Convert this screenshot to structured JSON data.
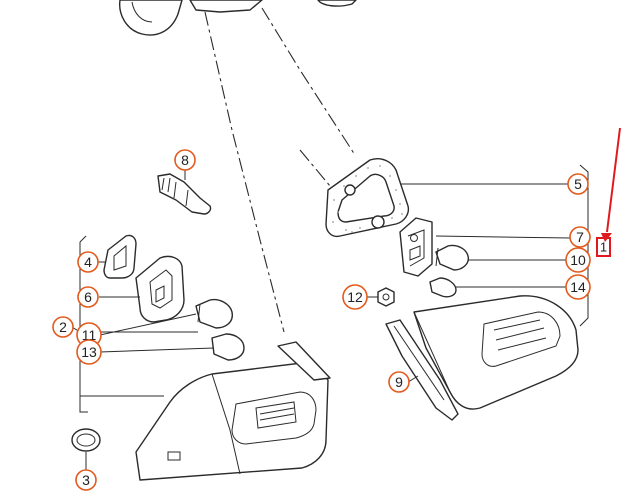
{
  "callouts": [
    {
      "id": "c1",
      "label": "8"
    },
    {
      "id": "c2",
      "label": "5"
    },
    {
      "id": "c3",
      "label": "7"
    },
    {
      "id": "c4",
      "label": "10"
    },
    {
      "id": "c5",
      "label": "14"
    },
    {
      "id": "c6",
      "label": "4"
    },
    {
      "id": "c7",
      "label": "6"
    },
    {
      "id": "c8",
      "label": "12"
    },
    {
      "id": "c9",
      "label": "2"
    },
    {
      "id": "c10",
      "label": "11"
    },
    {
      "id": "c11",
      "label": "13"
    },
    {
      "id": "c12",
      "label": "9"
    },
    {
      "id": "c13",
      "label": "3"
    }
  ],
  "marker": {
    "label": "1",
    "color": "#e0191f"
  },
  "accent_color": "#e25a1c"
}
